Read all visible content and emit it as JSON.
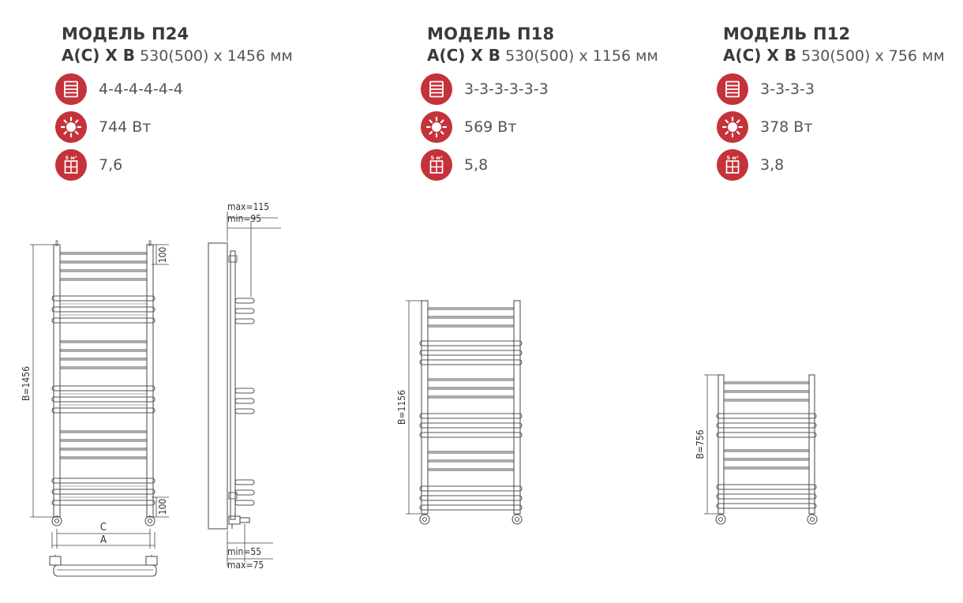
{
  "brand_color": "#c4323a",
  "models": [
    {
      "title": "МОДЕЛЬ П24",
      "dims_label": "А(С) Х В",
      "dims_value": "530(500) х 1456 мм",
      "sections": "4-4-4-4-4-4",
      "power": "744 Вт",
      "area": "7,6",
      "height_label": "B=1456"
    },
    {
      "title": "МОДЕЛЬ П18",
      "dims_label": "А(С) Х В",
      "dims_value": "530(500) х 1156 мм",
      "sections": "3-3-3-3-3-3",
      "power": "569 Вт",
      "area": "5,8",
      "height_label": "B=1156"
    },
    {
      "title": "МОДЕЛЬ П12",
      "dims_label": "А(С) Х В",
      "dims_value": "530(500) х 756 мм",
      "sections": "3-3-3-3",
      "power": "378 Вт",
      "area": "3,8",
      "height_label": "B=756"
    }
  ],
  "icons": {
    "sections": "ladder-sections-icon",
    "power": "sun-heat-icon",
    "area": "area-grid-icon",
    "area_badge": "S м²"
  },
  "drawing_labels": {
    "top_gap": "100",
    "bottom_gap": "100",
    "width_c": "C",
    "width_a": "A",
    "depth_max_top": "max=115",
    "depth_min_top": "min=95",
    "depth_min_bottom": "min=55",
    "depth_max_bottom": "max=75"
  }
}
